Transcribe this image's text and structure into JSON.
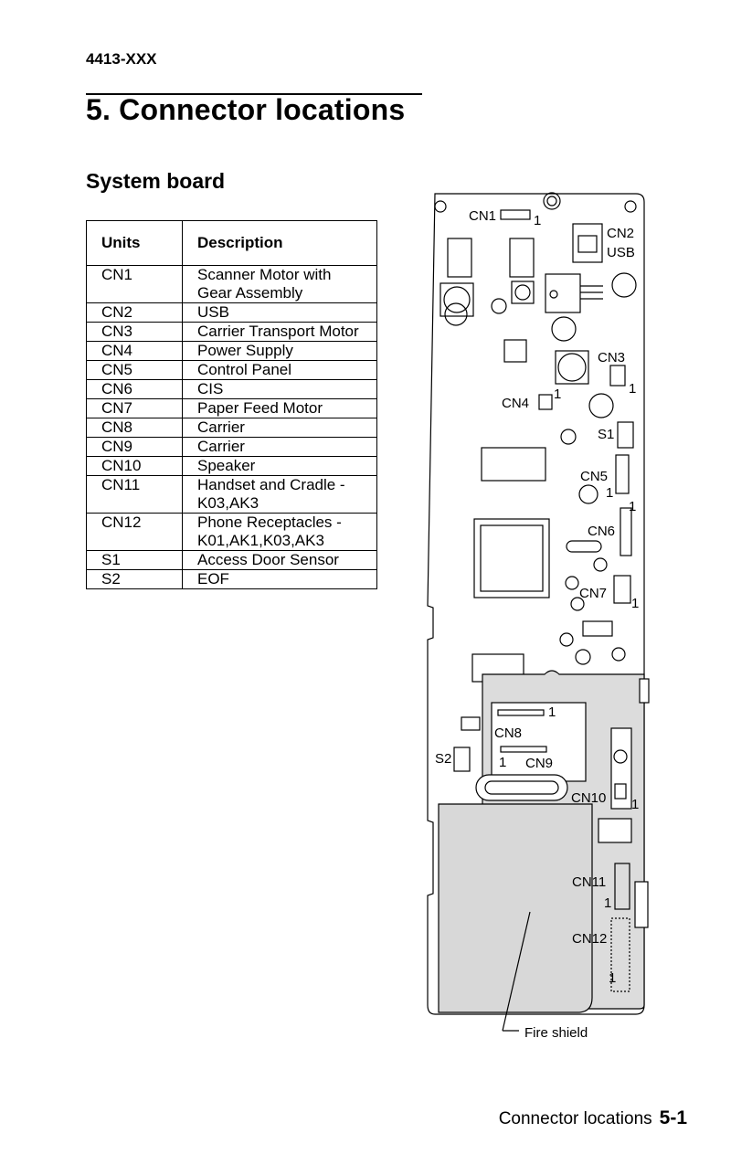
{
  "doc_id": "4413-XXX",
  "title": "5.  Connector locations",
  "subtitle": "System board",
  "table": {
    "header_units": "Units",
    "header_description": "Description",
    "rows": [
      {
        "unit": "CN1",
        "desc1": "Scanner Motor with",
        "desc2": "Gear Assembly"
      },
      {
        "unit": "CN2",
        "desc1": "USB",
        "desc2": ""
      },
      {
        "unit": "CN3",
        "desc1": "Carrier Transport Motor",
        "desc2": ""
      },
      {
        "unit": "CN4",
        "desc1": "Power Supply",
        "desc2": ""
      },
      {
        "unit": "CN5",
        "desc1": "Control Panel",
        "desc2": ""
      },
      {
        "unit": "CN6",
        "desc1": "CIS",
        "desc2": ""
      },
      {
        "unit": "CN7",
        "desc1": "Paper Feed Motor",
        "desc2": ""
      },
      {
        "unit": "CN8",
        "desc1": "Carrier",
        "desc2": ""
      },
      {
        "unit": "CN9",
        "desc1": "Carrier",
        "desc2": ""
      },
      {
        "unit": "CN10",
        "desc1": "Speaker",
        "desc2": ""
      },
      {
        "unit": "CN11",
        "desc1": "Handset and Cradle -",
        "desc2": "K03,AK3"
      },
      {
        "unit": "CN12",
        "desc1": "Phone Receptacles -",
        "desc2": "K01,AK1,K03,AK3"
      },
      {
        "unit": "S1",
        "desc1": "Access Door Sensor",
        "desc2": ""
      },
      {
        "unit": "S2",
        "desc1": "EOF",
        "desc2": ""
      }
    ]
  },
  "diagram": {
    "labels": {
      "cn1": "CN1",
      "cn2": "CN2",
      "usb": "USB",
      "cn3": "CN3",
      "cn4": "CN4",
      "s1": "S1",
      "cn5": "CN5",
      "cn6": "CN6",
      "cn7": "CN7",
      "cn8": "CN8",
      "cn9": "CN9",
      "s2": "S2",
      "cn10": "CN10",
      "cn11": "CN11",
      "cn12": "CN12",
      "pin1": "1",
      "fire_shield": "Fire shield"
    }
  },
  "footer": {
    "section": "Connector locations",
    "page": "5-1"
  }
}
